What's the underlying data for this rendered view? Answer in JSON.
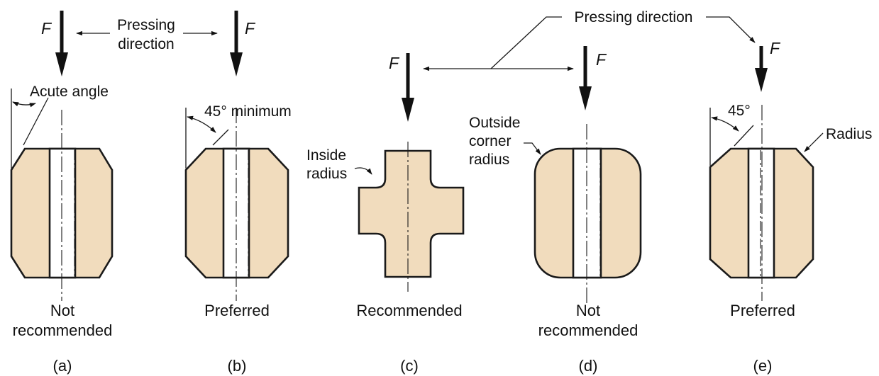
{
  "force_label": "F",
  "pressing_direction": {
    "left_line1": "Pressing",
    "left_line2": "direction",
    "right": "Pressing direction"
  },
  "panels": [
    {
      "id": "a",
      "caption_line1": "Not",
      "caption_line2": "recommended",
      "letter": "(a)",
      "annotation": "Acute angle"
    },
    {
      "id": "b",
      "caption_line1": "Preferred",
      "caption_line2": "",
      "letter": "(b)",
      "annotation": "45° minimum"
    },
    {
      "id": "c",
      "caption_line1": "Recommended",
      "caption_line2": "",
      "letter": "(c)",
      "annotation_line1": "Inside",
      "annotation_line2": "radius"
    },
    {
      "id": "d",
      "caption_line1": "Not",
      "caption_line2": "recommended",
      "letter": "(d)",
      "annotation_line1": "Outside",
      "annotation_line2": "corner",
      "annotation_line3": "radius"
    },
    {
      "id": "e",
      "caption_line1": "Preferred",
      "caption_line2": "",
      "letter": "(e)",
      "annotation": "45°",
      "annotation_radius": "Radius"
    }
  ],
  "colors": {
    "part_fill": "#f1dcbd",
    "line": "#1a1a1a"
  }
}
